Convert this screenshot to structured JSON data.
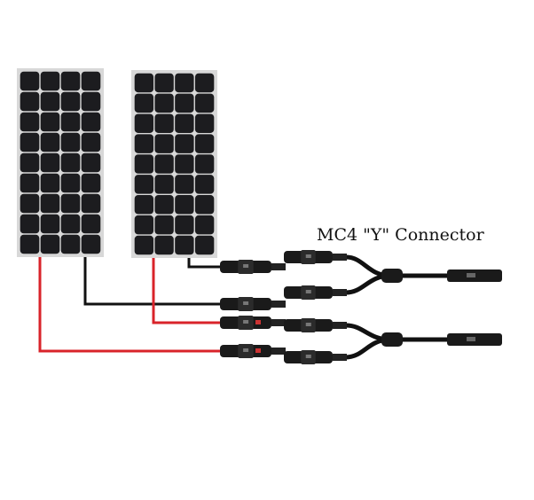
{
  "title": "MC4 \"Y\" Connector",
  "colors": {
    "positive_wire": "#d9232a",
    "negative_wire": "#111111",
    "cell": "#1c1c1f",
    "frame": "#d8d8d8"
  },
  "panels": [
    {
      "name": "solar-panel-1",
      "columns": 4,
      "rows": 9
    },
    {
      "name": "solar-panel-2",
      "columns": 4,
      "rows": 9
    }
  ]
}
